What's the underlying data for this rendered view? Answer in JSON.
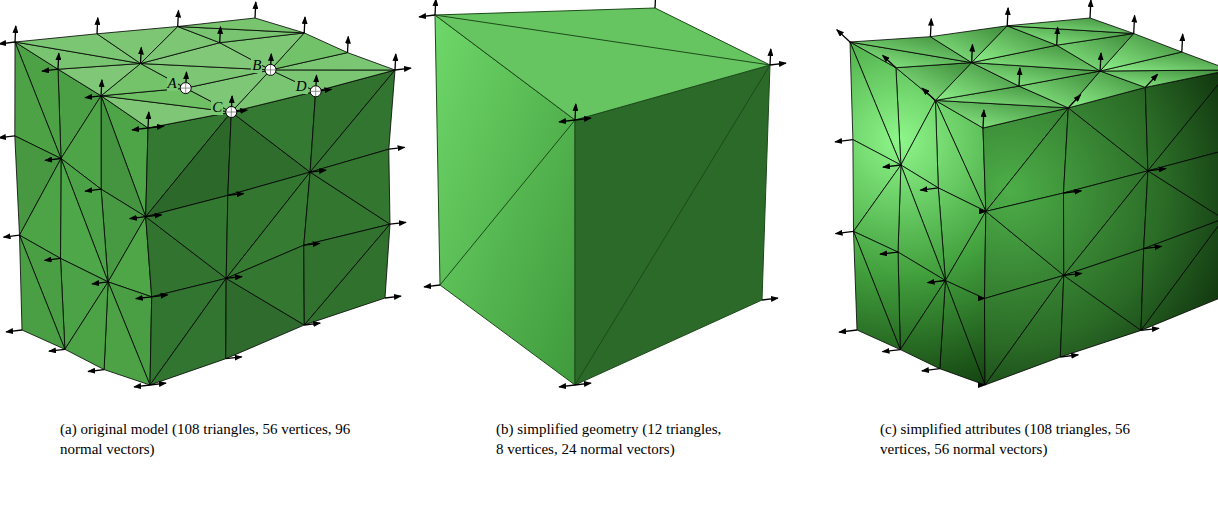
{
  "diagram": {
    "labels": [
      "A",
      "B",
      "C",
      "D",
      "(a) original model (108 triangles, 56 vertices, 96 normal vectors)",
      "(b) simplified geometry (12 triangles, 8 vertices, 24 normal vectors)",
      "(c) simplified attributes (108 triangles, 56 vertices, 56 normal vectors)"
    ]
  }
}
